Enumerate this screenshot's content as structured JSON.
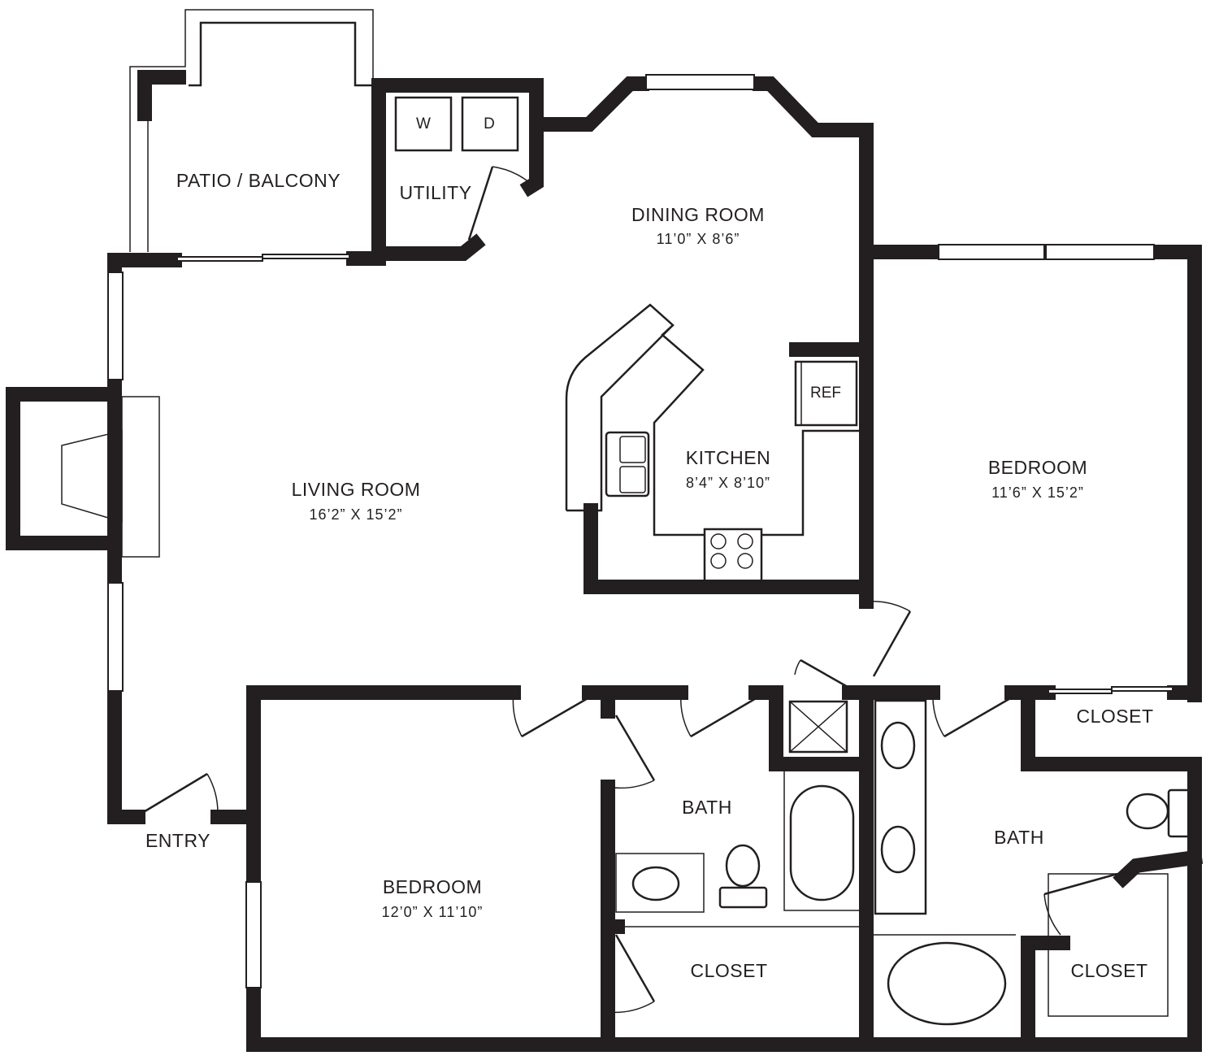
{
  "rooms": {
    "patio": {
      "name": "PATIO / BALCONY"
    },
    "utility": {
      "name": "UTILITY"
    },
    "dining": {
      "name": "DINING ROOM",
      "dims": "11’0” X 8’6”"
    },
    "kitchen": {
      "name": "KITCHEN",
      "dims": "8’4” X 8’10”"
    },
    "living": {
      "name": "LIVING ROOM",
      "dims": "16’2” X 15’2”"
    },
    "bedroom_right": {
      "name": "BEDROOM",
      "dims": "11’6” X 15’2”"
    },
    "bedroom_left": {
      "name": "BEDROOM",
      "dims": "12’0” X 11’10”"
    },
    "entry": {
      "name": "ENTRY"
    },
    "bath_left": {
      "name": "BATH"
    },
    "bath_right": {
      "name": "BATH"
    },
    "closet_left": {
      "name": "CLOSET"
    },
    "closet_right_top": {
      "name": "CLOSET"
    },
    "closet_right_bottom": {
      "name": "CLOSET"
    }
  },
  "appliances": {
    "washer": "W",
    "dryer": "D",
    "fridge": "REF"
  },
  "colors": {
    "wall": "#231f20",
    "background": "#ffffff"
  }
}
